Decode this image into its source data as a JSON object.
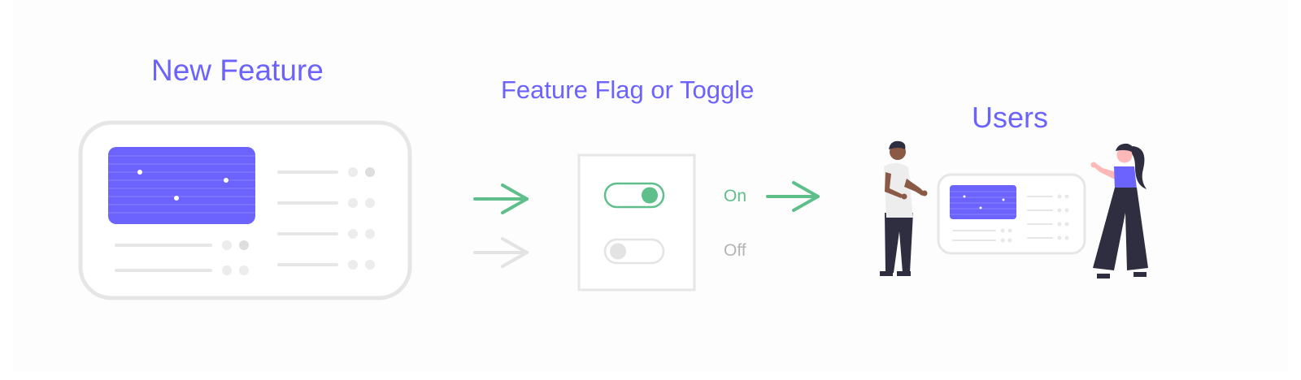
{
  "titles": {
    "new_feature": "New Feature",
    "feature_flag": "Feature Flag or Toggle",
    "users": "Users"
  },
  "toggle_states": {
    "on_label": "On",
    "off_label": "Off"
  },
  "colors": {
    "accent_purple": "#6c63ff",
    "on_green": "#5fbf8a",
    "off_gray": "#d9d9d9",
    "outline_gray": "#e6e6e6",
    "figure_dark": "#2f2e41",
    "skin_dark": "#9e616a",
    "hair_dark": "#2f2e41"
  },
  "icons": {
    "arrow_on": "arrow-right-icon",
    "arrow_off": "arrow-right-icon",
    "toggle_on": "toggle-on-icon",
    "toggle_off": "toggle-off-icon"
  }
}
